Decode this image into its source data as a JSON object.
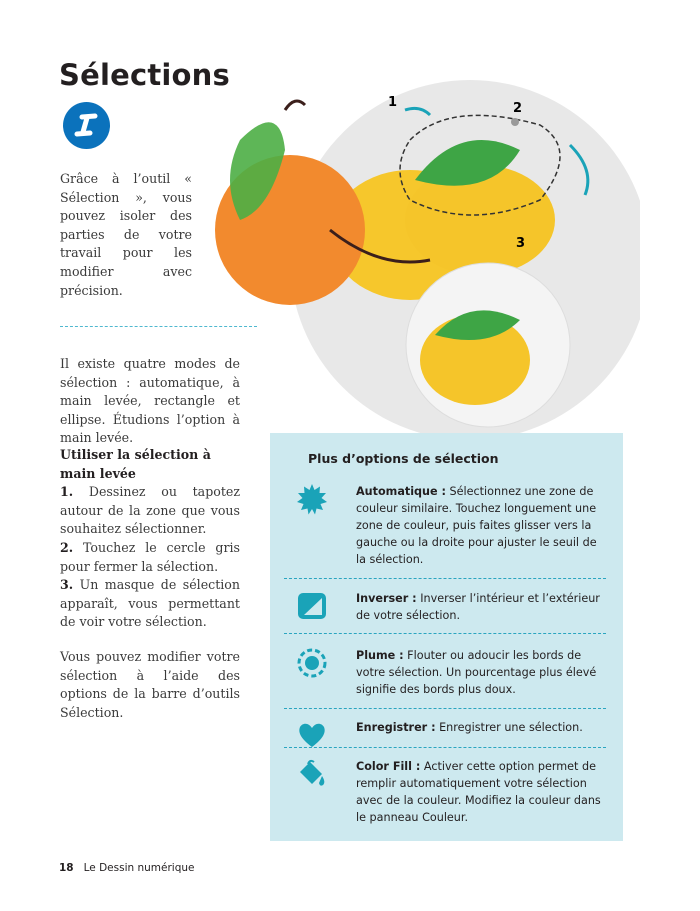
{
  "title": "Sélections",
  "tool_icon": "selection-s-icon",
  "intro": "Grâce à l’outil « Sélection », vous pouvez isoler des parties de votre travail pour les modifier avec précision.",
  "para2": "Il existe quatre modes de sélection : automatique, à main levée, rectangle et ellipse. Étudions l’option à main levée.",
  "howto": {
    "heading": "Utiliser la sélection à main levée",
    "steps": [
      {
        "num": "1.",
        "text": " Dessinez ou tapotez autour de la zone que vous souhaitez sélectionner."
      },
      {
        "num": "2.",
        "text": " Touchez le cercle gris pour fermer la sélection."
      },
      {
        "num": "3.",
        "text": " Un masque de sélection apparaît, vous permettant de voir votre sélection."
      }
    ]
  },
  "para4": "Vous pouvez modifier votre sélection à l’aide des options de la barre d’outils Sélection.",
  "illustration": {
    "labels": [
      "1",
      "2",
      "3"
    ]
  },
  "options_box": {
    "title": "Plus d’options de sélection",
    "items": [
      {
        "icon": "automatic-burst-icon",
        "label": "Automatique :",
        "text": " Sélectionnez une zone de couleur similaire. Touchez longuement une zone de couleur, puis faites glisser vers la gauche ou la droite pour ajuster le seuil de la sélection."
      },
      {
        "icon": "invert-icon",
        "label": "Inverser :",
        "text": " Inverser l’intérieur et l’extérieur de votre sélection."
      },
      {
        "icon": "feather-icon",
        "label": "Plume :",
        "text": " Flouter ou adoucir les bords de votre sélection. Un pourcentage plus élevé signifie des bords plus doux."
      },
      {
        "icon": "heart-icon",
        "label": "Enregistrer :",
        "text": " Enregistrer une sélection."
      },
      {
        "icon": "color-fill-icon",
        "label": "Color Fill :",
        "text": " Activer cette option permet de remplir automatiquement votre sélection avec de la couleur. Modifiez la couleur dans le panneau Couleur."
      }
    ]
  },
  "footer": {
    "page": "18",
    "book": "Le Dessin numérique"
  },
  "colors": {
    "accent": "#1aa3b8",
    "box_bg": "#cde9ef",
    "badge": "#0b72bc"
  }
}
